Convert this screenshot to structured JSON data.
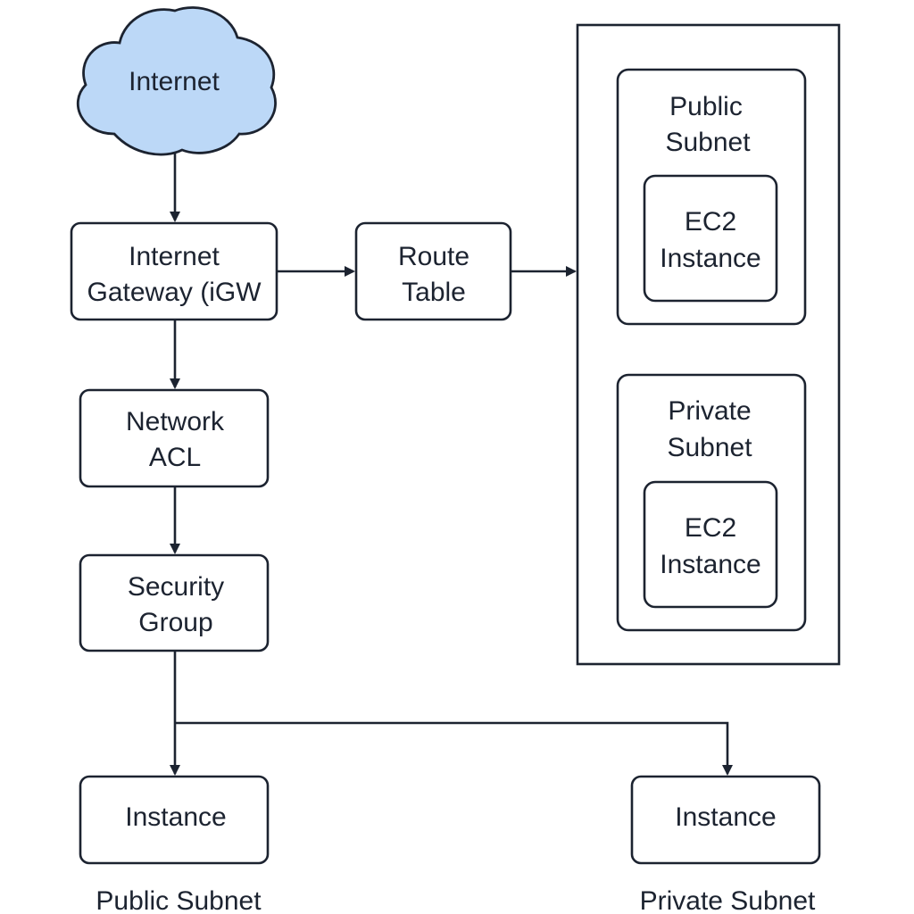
{
  "nodes": {
    "internet": "Internet",
    "igw_line1": "Internet",
    "igw_line2": "Gateway (iGW",
    "route_line1": "Route",
    "route_line2": "Table",
    "nacl_line1": "Network",
    "nacl_line2": "ACL",
    "sg_line1": "Security",
    "sg_line2": "Group",
    "public_instance": "Instance",
    "private_instance": "Instance",
    "vpc_public_line1": "Public",
    "vpc_public_line2": "Subnet",
    "vpc_public_ec2_line1": "EC2",
    "vpc_public_ec2_line2": "Instance",
    "vpc_private_line1": "Private",
    "vpc_private_line2": "Subnet",
    "vpc_private_ec2_line1": "EC2",
    "vpc_private_ec2_line2": "Instance"
  },
  "captions": {
    "public_subnet": "Public Subnet",
    "private_subnet": "Private Subnet"
  },
  "colors": {
    "cloud_fill": "#bcd8f7",
    "stroke": "#1c2330"
  }
}
